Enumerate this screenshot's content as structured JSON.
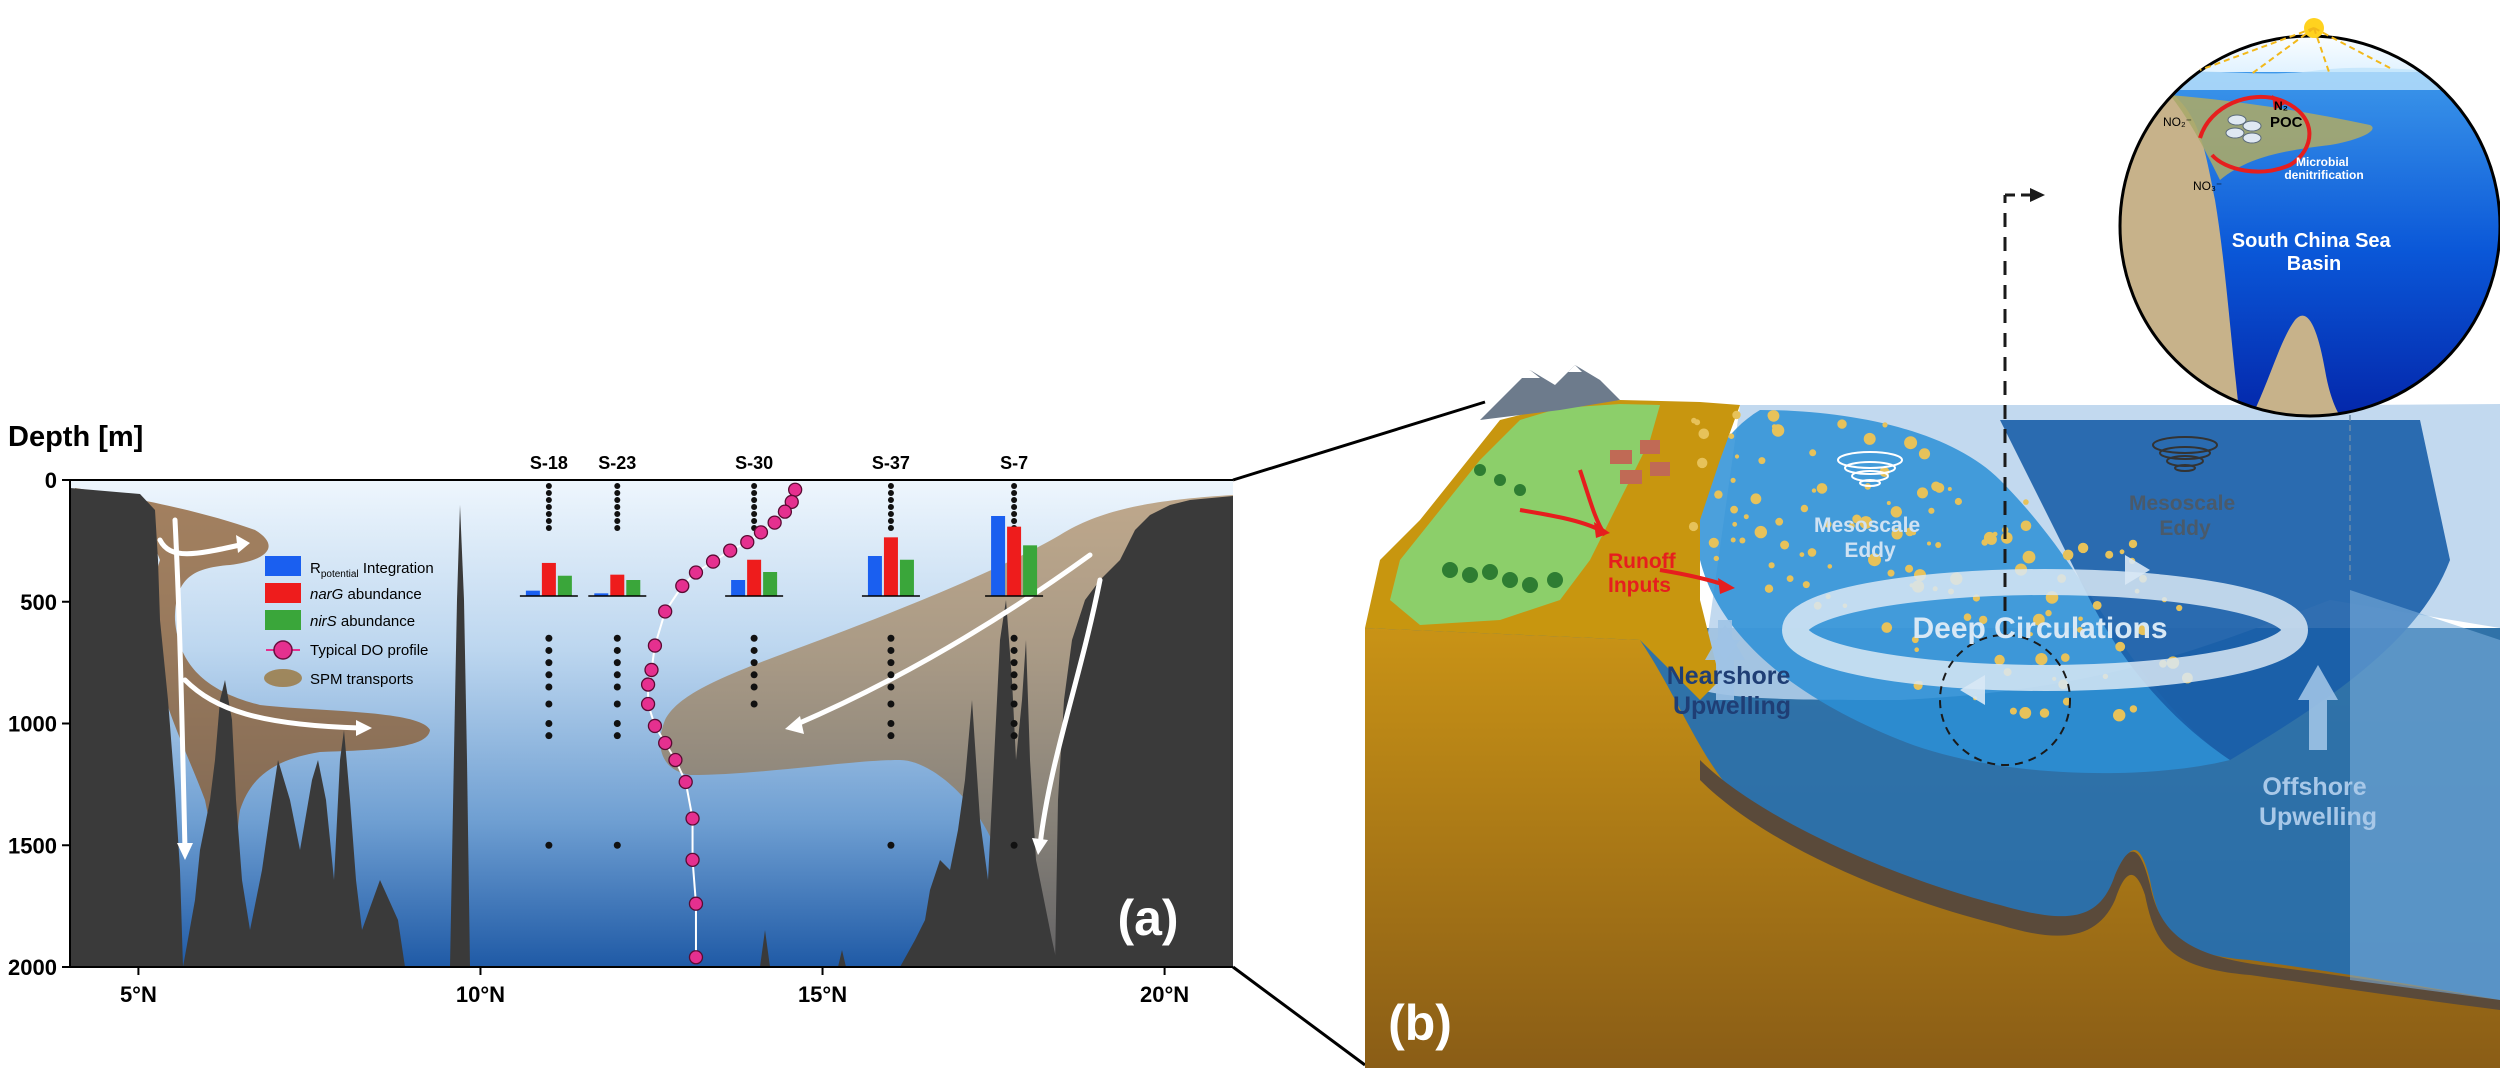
{
  "panel_a": {
    "y_axis_title": "Depth [m]",
    "y_ticks": [
      "0",
      "500",
      "1000",
      "1500",
      "2000"
    ],
    "x_ticks": [
      "5°N",
      "10°N",
      "15°N",
      "20°N"
    ],
    "stations": [
      "S-18",
      "S-23",
      "S-30",
      "S-37",
      "S-7"
    ],
    "legend": {
      "r_prefix": "R",
      "r_sub": "potential",
      "r_suffix": " Integration",
      "narg_italic": "narG",
      "narg_suffix": " abundance",
      "nirs_italic": "nirS",
      "nirs_suffix": " abundance",
      "do": "Typical DO profile",
      "spm": "SPM transports"
    },
    "panel_label": "(a)"
  },
  "panel_b": {
    "runoff": "Runoff\nInputs",
    "nearshore": "Nearshore\nUpwelling",
    "offshore": "Offshore\nUpwelling",
    "meso_left": "Mesoscale\nEddy",
    "meso_right": "Mesoscale\nEddy",
    "deep": "Deep Circulations",
    "panel_label": "(b)"
  },
  "inset": {
    "n2": "N₂",
    "poc": "POC",
    "no2": "NO₂⁻",
    "no3": "NO₃⁻",
    "microbial": "Microbial\ndenitrification",
    "basin": "South China Sea\nBasin"
  },
  "colors": {
    "r_potential": "#1a5ff0",
    "narg": "#ee1c1c",
    "nirs": "#3aa63a",
    "do_marker": "#e5308f",
    "seafloor": "#3a3a3a",
    "runoff_text": "#e61e1e"
  },
  "chart_data": {
    "type": "bar",
    "note_axes": "x = latitude (°N), y = depth (m)",
    "xlim": [
      4,
      21
    ],
    "ylim": [
      2000,
      0
    ],
    "station_latitudes": [
      11,
      12,
      14,
      16,
      17.8
    ],
    "categories": [
      "S-18",
      "S-23",
      "S-30",
      "S-37",
      "S-7"
    ],
    "series": [
      {
        "name": "Rpotential Integration",
        "values": [
          0.1,
          0.05,
          0.3,
          0.75,
          1.5
        ]
      },
      {
        "name": "narG abundance",
        "values": [
          0.62,
          0.4,
          0.68,
          1.1,
          1.3
        ]
      },
      {
        "name": "nirS abundance",
        "values": [
          0.38,
          0.3,
          0.45,
          0.68,
          0.95
        ]
      }
    ],
    "do_profile": {
      "x": [
        14.6,
        14.55,
        14.45,
        14.3,
        14.1,
        13.9,
        13.65,
        13.4,
        13.15,
        12.95,
        12.7,
        12.55,
        12.5,
        12.45,
        12.45,
        12.55,
        12.7,
        12.85,
        13.0,
        13.1,
        13.1,
        13.15,
        13.15
      ],
      "y": [
        40,
        90,
        130,
        175,
        215,
        255,
        290,
        335,
        380,
        435,
        540,
        680,
        780,
        840,
        920,
        1010,
        1080,
        1150,
        1240,
        1390,
        1560,
        1740,
        1960
      ]
    }
  }
}
